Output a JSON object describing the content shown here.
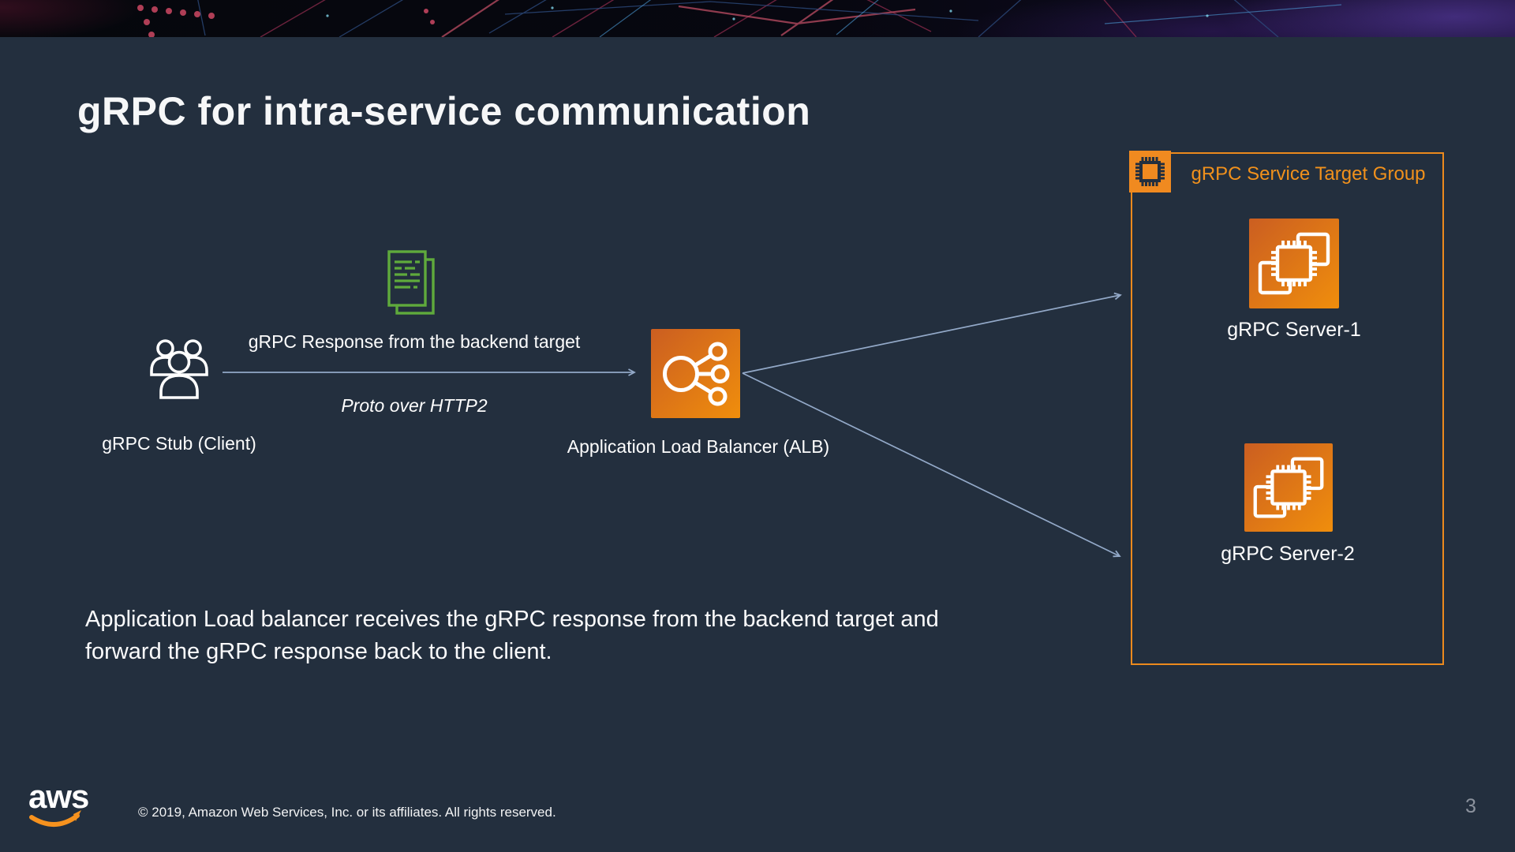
{
  "slide": {
    "title": "gRPC for intra-service communication",
    "page_number": "3",
    "description_line1": "Application Load balancer receives the gRPC response from the backend target and",
    "description_line2": "forward the gRPC response back to the client."
  },
  "diagram": {
    "client": {
      "label": "gRPC Stub (Client)",
      "icon": "users-group-icon"
    },
    "flow": {
      "label": "gRPC Response from the backend target",
      "protocol": "Proto over HTTP2",
      "icon": "proto-document-icon"
    },
    "load_balancer": {
      "label": "Application Load Balancer (ALB)",
      "icon": "alb-icon"
    },
    "target_group": {
      "label": "gRPC Service Target Group",
      "icon": "chip-icon",
      "servers": [
        {
          "label": "gRPC Server-1",
          "icon": "ec2-instance-icon"
        },
        {
          "label": "gRPC Server-2",
          "icon": "ec2-instance-icon"
        }
      ]
    }
  },
  "footer": {
    "logo": "aws-logo",
    "copyright": "© 2019, Amazon Web Services, Inc. or its affiliates. All rights reserved."
  },
  "colors": {
    "background": "#232F3E",
    "accent_orange_border": "#EC8A1D",
    "target_group_label": "#F1911C",
    "icon_gradient_start": "#CB5E21",
    "icon_gradient_end": "#F08E0C",
    "arrow_blue": "#93A9C8",
    "proto_doc_green": "#5FAA3C",
    "page_number_gray": "#8C939E",
    "aws_smile_orange": "#F6921E"
  }
}
